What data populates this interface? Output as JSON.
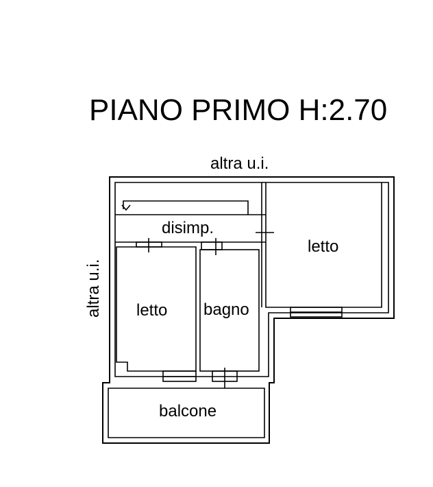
{
  "title": "PIANO PRIMO H:2.70",
  "labels": {
    "neighbor_top": "altra u.i.",
    "neighbor_left": "altra u.i.",
    "hallway": "disimp.",
    "bedroom_right": "letto",
    "bedroom_left": "letto",
    "bathroom": "bagno",
    "balcony": "balcone"
  }
}
